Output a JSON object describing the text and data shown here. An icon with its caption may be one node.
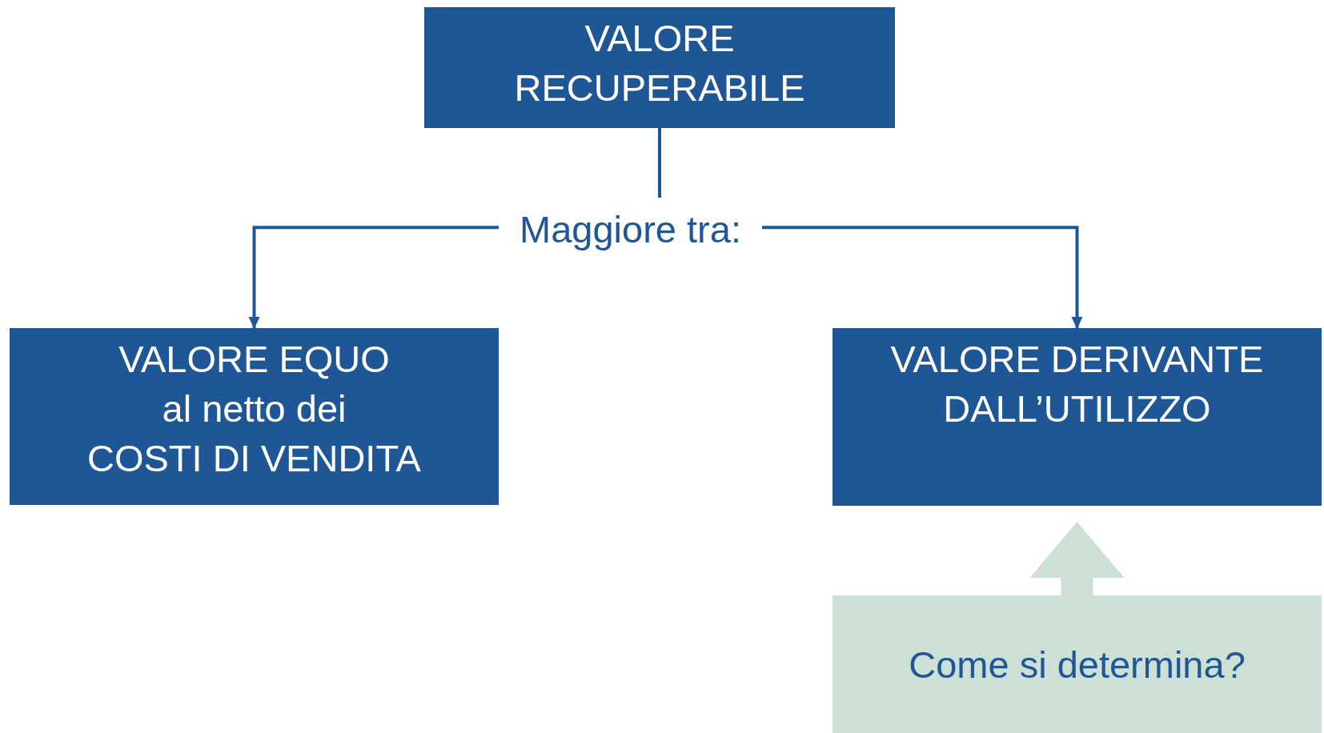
{
  "diagram": {
    "nodes": [
      {
        "text": [
          "VALORE RECUPERABILE"
        ]
      },
      {
        "text": [
          "Maggiore tra:"
        ]
      },
      {
        "text": [
          "VALORE EQUO",
          "al netto dei",
          "COSTI DI VENDITA"
        ]
      },
      {
        "text": [
          "VALORE DERIVANTE DALL’UTILIZZO"
        ]
      },
      {
        "text": [
          "Come si determina?"
        ]
      }
    ],
    "edges": [
      {
        "from": 0,
        "to": 1,
        "arrow": "none"
      },
      {
        "from": 1,
        "to": 2,
        "arrow": "to"
      },
      {
        "from": 1,
        "to": 3,
        "arrow": "to"
      },
      {
        "from": 4,
        "to": 3,
        "arrow": "to",
        "style": "thick",
        "color": "#cde0d6"
      }
    ]
  }
}
